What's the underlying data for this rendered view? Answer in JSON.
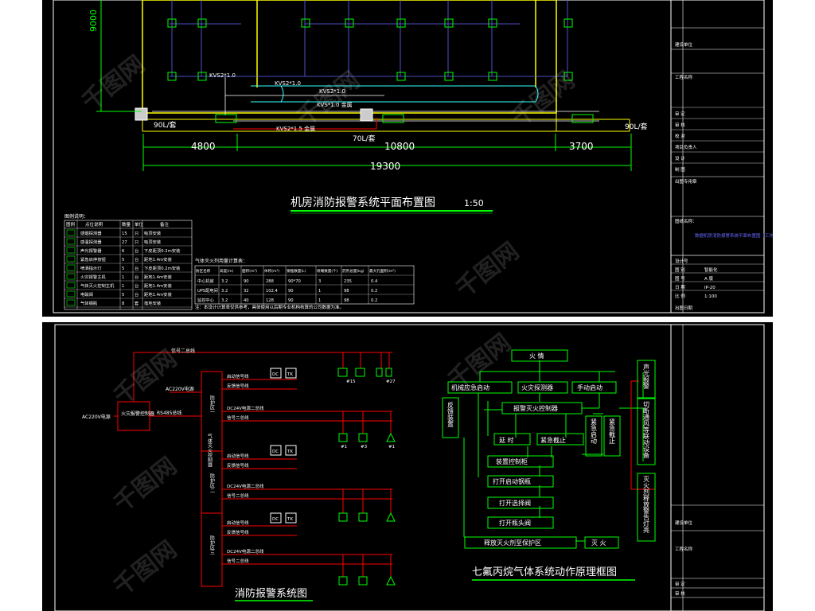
{
  "top_sheet": {
    "dims": {
      "h9000": "9000",
      "w4800": "4800",
      "w10800": "10800",
      "w3700": "3700",
      "total": "19300"
    },
    "pipes": {
      "left_box": "90L/套",
      "right_box": "90L/套",
      "mid_box": "70L/套"
    },
    "cables": {
      "a": "KVS2*1.0",
      "b": "KVS2*1.0",
      "c": "KVS2*1.0",
      "d": "KVS*1.0 金属",
      "e": "KVS2*1.5 金属"
    },
    "plan_title": "机房消防报警系统平面布置图",
    "plan_scale": "1:50",
    "legend_title": "图例说明：",
    "legend_headers": [
      "图例",
      "点位说明",
      "数量",
      "单位",
      "备注"
    ],
    "legend_rows": [
      [
        "感烟探测器",
        "15",
        "只",
        "吸顶安装"
      ],
      [
        "感温探测器",
        "27",
        "只",
        "吸顶安装"
      ],
      [
        "声光报警器",
        "6",
        "台",
        "下皮距顶0.2m安装"
      ],
      [
        "紧急启停按钮",
        "5",
        "台",
        "距地1.4m安装"
      ],
      [
        "喷洒指示灯",
        "5",
        "台",
        "下皮距顶0.2m安装"
      ],
      [
        "火灾报警主机",
        "1",
        "台",
        "距地1.4m安装"
      ],
      [
        "气体灭火控制主机",
        "1",
        "台",
        "距地1.4m安装"
      ],
      [
        "电磁阀",
        "5",
        "台",
        "距地1.4m安装"
      ],
      [
        "气体钢瓶",
        "8",
        "套",
        "落地安装"
      ]
    ],
    "calc_title": "气体灭火剂用量计算表：",
    "calc_headers": [
      "防区名称",
      "高度(m)",
      "面积(m²)",
      "体积(m³)",
      "钢瓶数量(L)",
      "喷嘴数量(个)",
      "药剂总量(kg)",
      "最大孔面积(m²)"
    ],
    "calc_rows": [
      [
        "中心机房",
        "3.2",
        "90",
        "288",
        "90*70",
        "3",
        "235",
        "0.4"
      ],
      [
        "UPS配电间",
        "3.2",
        "32",
        "102.4",
        "90",
        "1",
        "98",
        "0.2"
      ],
      [
        "监控中心",
        "3.2",
        "40",
        "128",
        "90",
        "1",
        "98",
        "0.2"
      ]
    ],
    "calc_note": "注：本设计计算表仅供参考，具体使用以后期专业机构核算的公司数据为准。",
    "title_block": {
      "field1": "建设单位",
      "field2": "工程名称",
      "roles": [
        "审 定",
        "审 核",
        "校 对",
        "项目负责人",
        "设 计",
        "制 图"
      ],
      "stamp": "出图专用章",
      "drawing_name_label": "图纸名称：",
      "drawing_name": "数据机房消防报警系统平面布置图（工作版）",
      "info": [
        [
          "设计号",
          ""
        ],
        [
          "图 别",
          "智能化"
        ],
        [
          "图 号",
          "A 版"
        ],
        [
          "日 期",
          "IP-20"
        ],
        [
          "比 例",
          "1:100"
        ]
      ],
      "date": "出图日期"
    }
  },
  "bottom_sheet": {
    "alarm_title": "消防报警系统图",
    "flow_title": "七氟丙烷气体系统动作原理框图",
    "controller_label": "火灾报警控制器",
    "power_in": "AC220V电源",
    "power_in2": "AC220V电源",
    "bus_485": "RS485总线",
    "signal_bus": "信号二总线",
    "zone_panel": "气体灭火控制器",
    "zones": [
      "防护区一",
      "防护区二",
      "防护区三"
    ],
    "branch_labels": {
      "feedback": "反馈信号线",
      "start_signal": "启动信号线",
      "dc24": "DC24V电源二总线",
      "signal2": "信号二总线"
    },
    "device_tags": [
      "DC",
      "TK"
    ],
    "device_counts": [
      "#15",
      "#27",
      "#1",
      "#3",
      "#1"
    ],
    "flow": {
      "fire": "火 情",
      "manual_emergency": "机械应急启动",
      "detector": "火灾探测器",
      "manual_start": "手动启动",
      "controller": "报警灭火控制器",
      "feedback": "反馈装置",
      "delay": "延 时",
      "emergency_stop": "紧急截止",
      "emergency_start": "紧急启动",
      "emergency_cut": "紧急截止",
      "device_control": "装置控制柜",
      "open_cylinder": "打开启动钢瓶",
      "open_selector": "打开选择阀",
      "open_nozzle": "打开瓶头阀",
      "release": "释放灭火剂至保护区",
      "extinguish": "灭 火",
      "sound_light": "声光报警",
      "cut_off": "切断通风等联动设备",
      "release_alarm": "灭火剂释放警告灯亮"
    },
    "title_block": {
      "field1": "建设单位",
      "field2": "工程名称",
      "roles": [
        "审 定",
        "审 核"
      ]
    }
  },
  "watermark": "千图网",
  "colors": {
    "background": "#000000",
    "line_yellow": "#ffff00",
    "line_green": "#00ff00",
    "line_red": "#ff0000",
    "line_blue": "#6666ff",
    "line_cyan": "#33ffff",
    "line_white": "#ffffff"
  }
}
